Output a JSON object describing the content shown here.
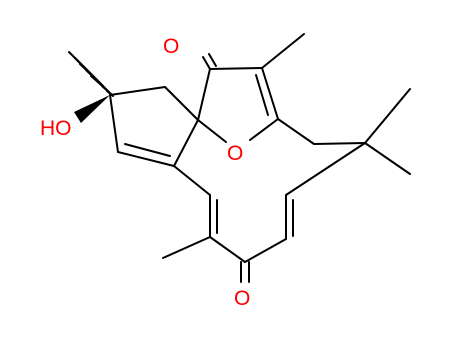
{
  "colors": {
    "bond": "#000000",
    "heteroatom": "#ff0000",
    "background": "#ffffff"
  },
  "atoms": {
    "ketone_top": "O",
    "ring_oxygen": "O",
    "ketone_bottom": "O",
    "hydroxyl": "HO"
  }
}
